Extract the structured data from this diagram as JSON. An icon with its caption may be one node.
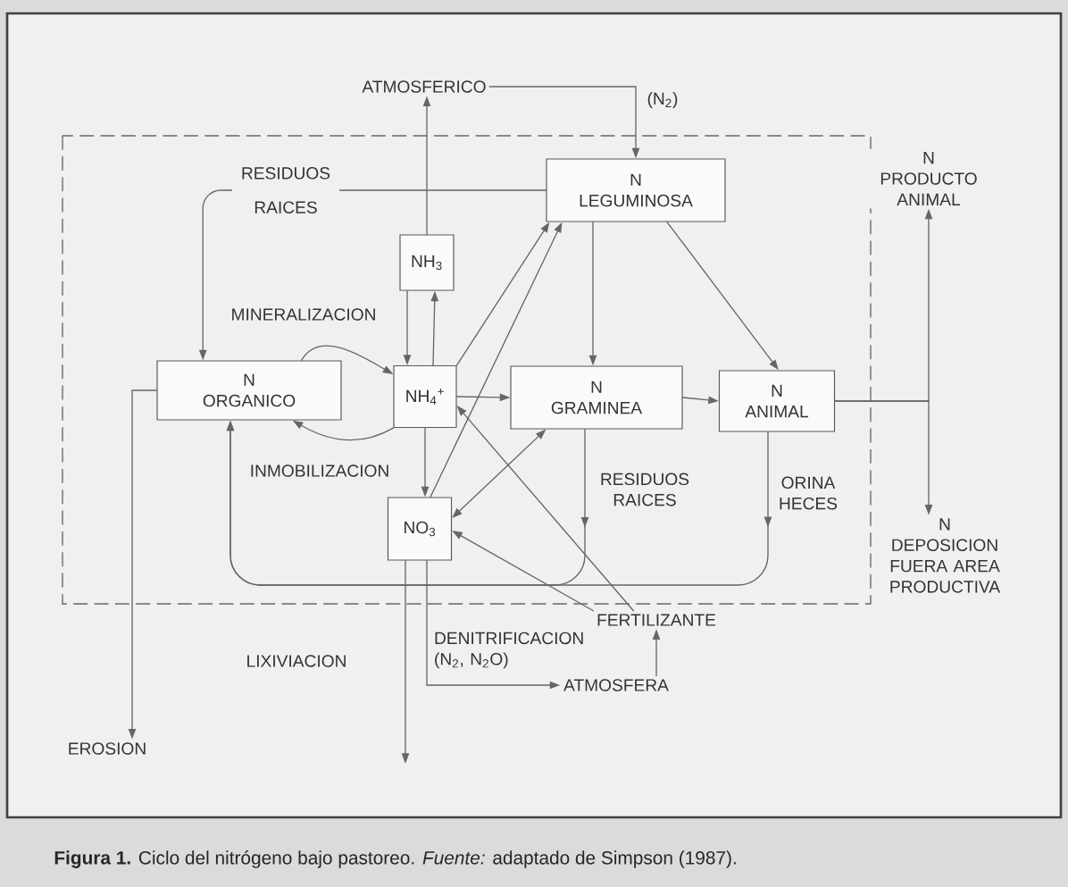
{
  "diagram": {
    "caption": "**Figura 1.** Ciclo del nitrógeno bajo pastoreo. *Fuente:* adaptado de Simpson (1987).",
    "nodes": [
      {
        "text": [
          "ATMOSFERICO"
        ]
      },
      {
        "text": [
          "N LEGUMINOSA"
        ]
      },
      {
        "text": [
          "NH$_{3}$"
        ]
      },
      {
        "text": [
          "N ORGANICO"
        ]
      },
      {
        "text": [
          "NH$_{4}$$^{+}$"
        ]
      },
      {
        "text": [
          "N GRAMINEA"
        ]
      },
      {
        "text": [
          "N ANIMAL"
        ]
      },
      {
        "text": [
          "NO$_{3}$"
        ]
      },
      {
        "text": [
          "N PRODUCTO ANIMAL"
        ]
      },
      {
        "text": [
          "N DEPOSICION FUERA AREA PRODUCTIVA"
        ]
      },
      {
        "text": [
          "EROSION"
        ]
      },
      {
        "text": [
          "FERTILIZANTE"
        ]
      },
      {
        "text": [
          "ATMOSFERA"
        ]
      }
    ],
    "edges": [
      {
        "from": 0,
        "to": 1,
        "arrow": "to",
        "label": "(N$_{2}$)"
      },
      {
        "from": 2,
        "to": 0,
        "arrow": "to"
      },
      {
        "from": 1,
        "to": 3,
        "arrow": "to",
        "label": "RESIDUOS RAICES"
      },
      {
        "from": 4,
        "to": 2,
        "arrow": "to"
      },
      {
        "from": 2,
        "to": 4,
        "arrow": "to"
      },
      {
        "from": 3,
        "to": 4,
        "arrow": "to",
        "label": "MINERALIZACION"
      },
      {
        "from": 4,
        "to": 3,
        "arrow": "to",
        "label": "INMOBILIZACION"
      },
      {
        "from": 4,
        "to": 5,
        "arrow": "to"
      },
      {
        "from": 4,
        "to": 1,
        "arrow": "to"
      },
      {
        "from": 7,
        "to": 1,
        "arrow": "to"
      },
      {
        "from": 4,
        "to": 7,
        "arrow": "to"
      },
      {
        "from": 7,
        "to": 5,
        "arrow": "both"
      },
      {
        "from": 11,
        "to": 7,
        "arrow": "to"
      },
      {
        "from": 11,
        "to": 4,
        "arrow": "to"
      },
      {
        "from": 12,
        "to": 11,
        "arrow": "to"
      },
      {
        "from": 7,
        "to": 12,
        "arrow": "to",
        "label": "DENITRIFICACION (N$_{2}$, N$_{2}$O)"
      },
      {
        "from": 7,
        "to": null,
        "arrow": "to",
        "label": "LIXIVIACION"
      },
      {
        "from": 3,
        "to": 10,
        "arrow": "to"
      },
      {
        "from": 1,
        "to": 5,
        "arrow": "to"
      },
      {
        "from": 1,
        "to": 6,
        "arrow": "to"
      },
      {
        "from": 5,
        "to": 6,
        "arrow": "to"
      },
      {
        "from": 6,
        "to": 8,
        "arrow": "to"
      },
      {
        "from": 6,
        "to": 9,
        "arrow": "to"
      },
      {
        "from": 5,
        "to": 3,
        "arrow": "to",
        "label": "RESIDUOS RAICES"
      },
      {
        "from": 6,
        "to": 3,
        "arrow": "to",
        "label": "ORINA HECES"
      }
    ]
  }
}
